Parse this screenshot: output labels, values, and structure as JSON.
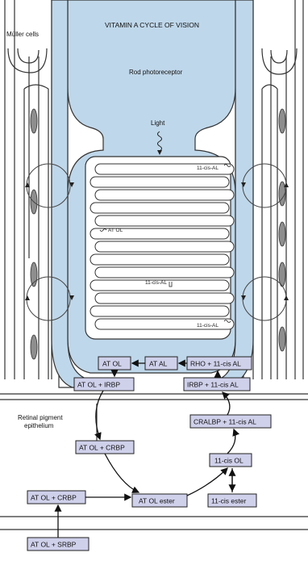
{
  "title": "VITAMIN A CYCLE OF VISION",
  "labels": {
    "muller": "Müller cells",
    "rod": "Rod photoreceptor",
    "light": "Light",
    "rpe_line1": "Retinal pigment",
    "rpe_line2": "epithelium"
  },
  "disc_labels": {
    "top": "11-cis-AL",
    "atol": "AT OL",
    "middle": "11-cis-AL",
    "bottom": "11-cis-AL"
  },
  "boxes": {
    "atol": "AT OL",
    "atal": "AT AL",
    "rho": "RHO + 11-cis AL",
    "atol_irbp": "AT OL + IRBP",
    "irbp": "IRBP + 11-cis AL",
    "atol_crbp_rpe": "AT OL + CRBP",
    "cralbp": "CRALBP + 11-cis AL",
    "cis_ol": "11-cis OL",
    "atol_crbp": "AT OL + CRBP",
    "atol_ester": "AT OL ester",
    "cis_ester": "11-cis ester",
    "atol_srbp": "AT OL + SRBP"
  },
  "colors": {
    "rod_fill": "#bfd7ea",
    "box_fill": "#cfd0ea",
    "nucleus": "#8e8e8e"
  }
}
